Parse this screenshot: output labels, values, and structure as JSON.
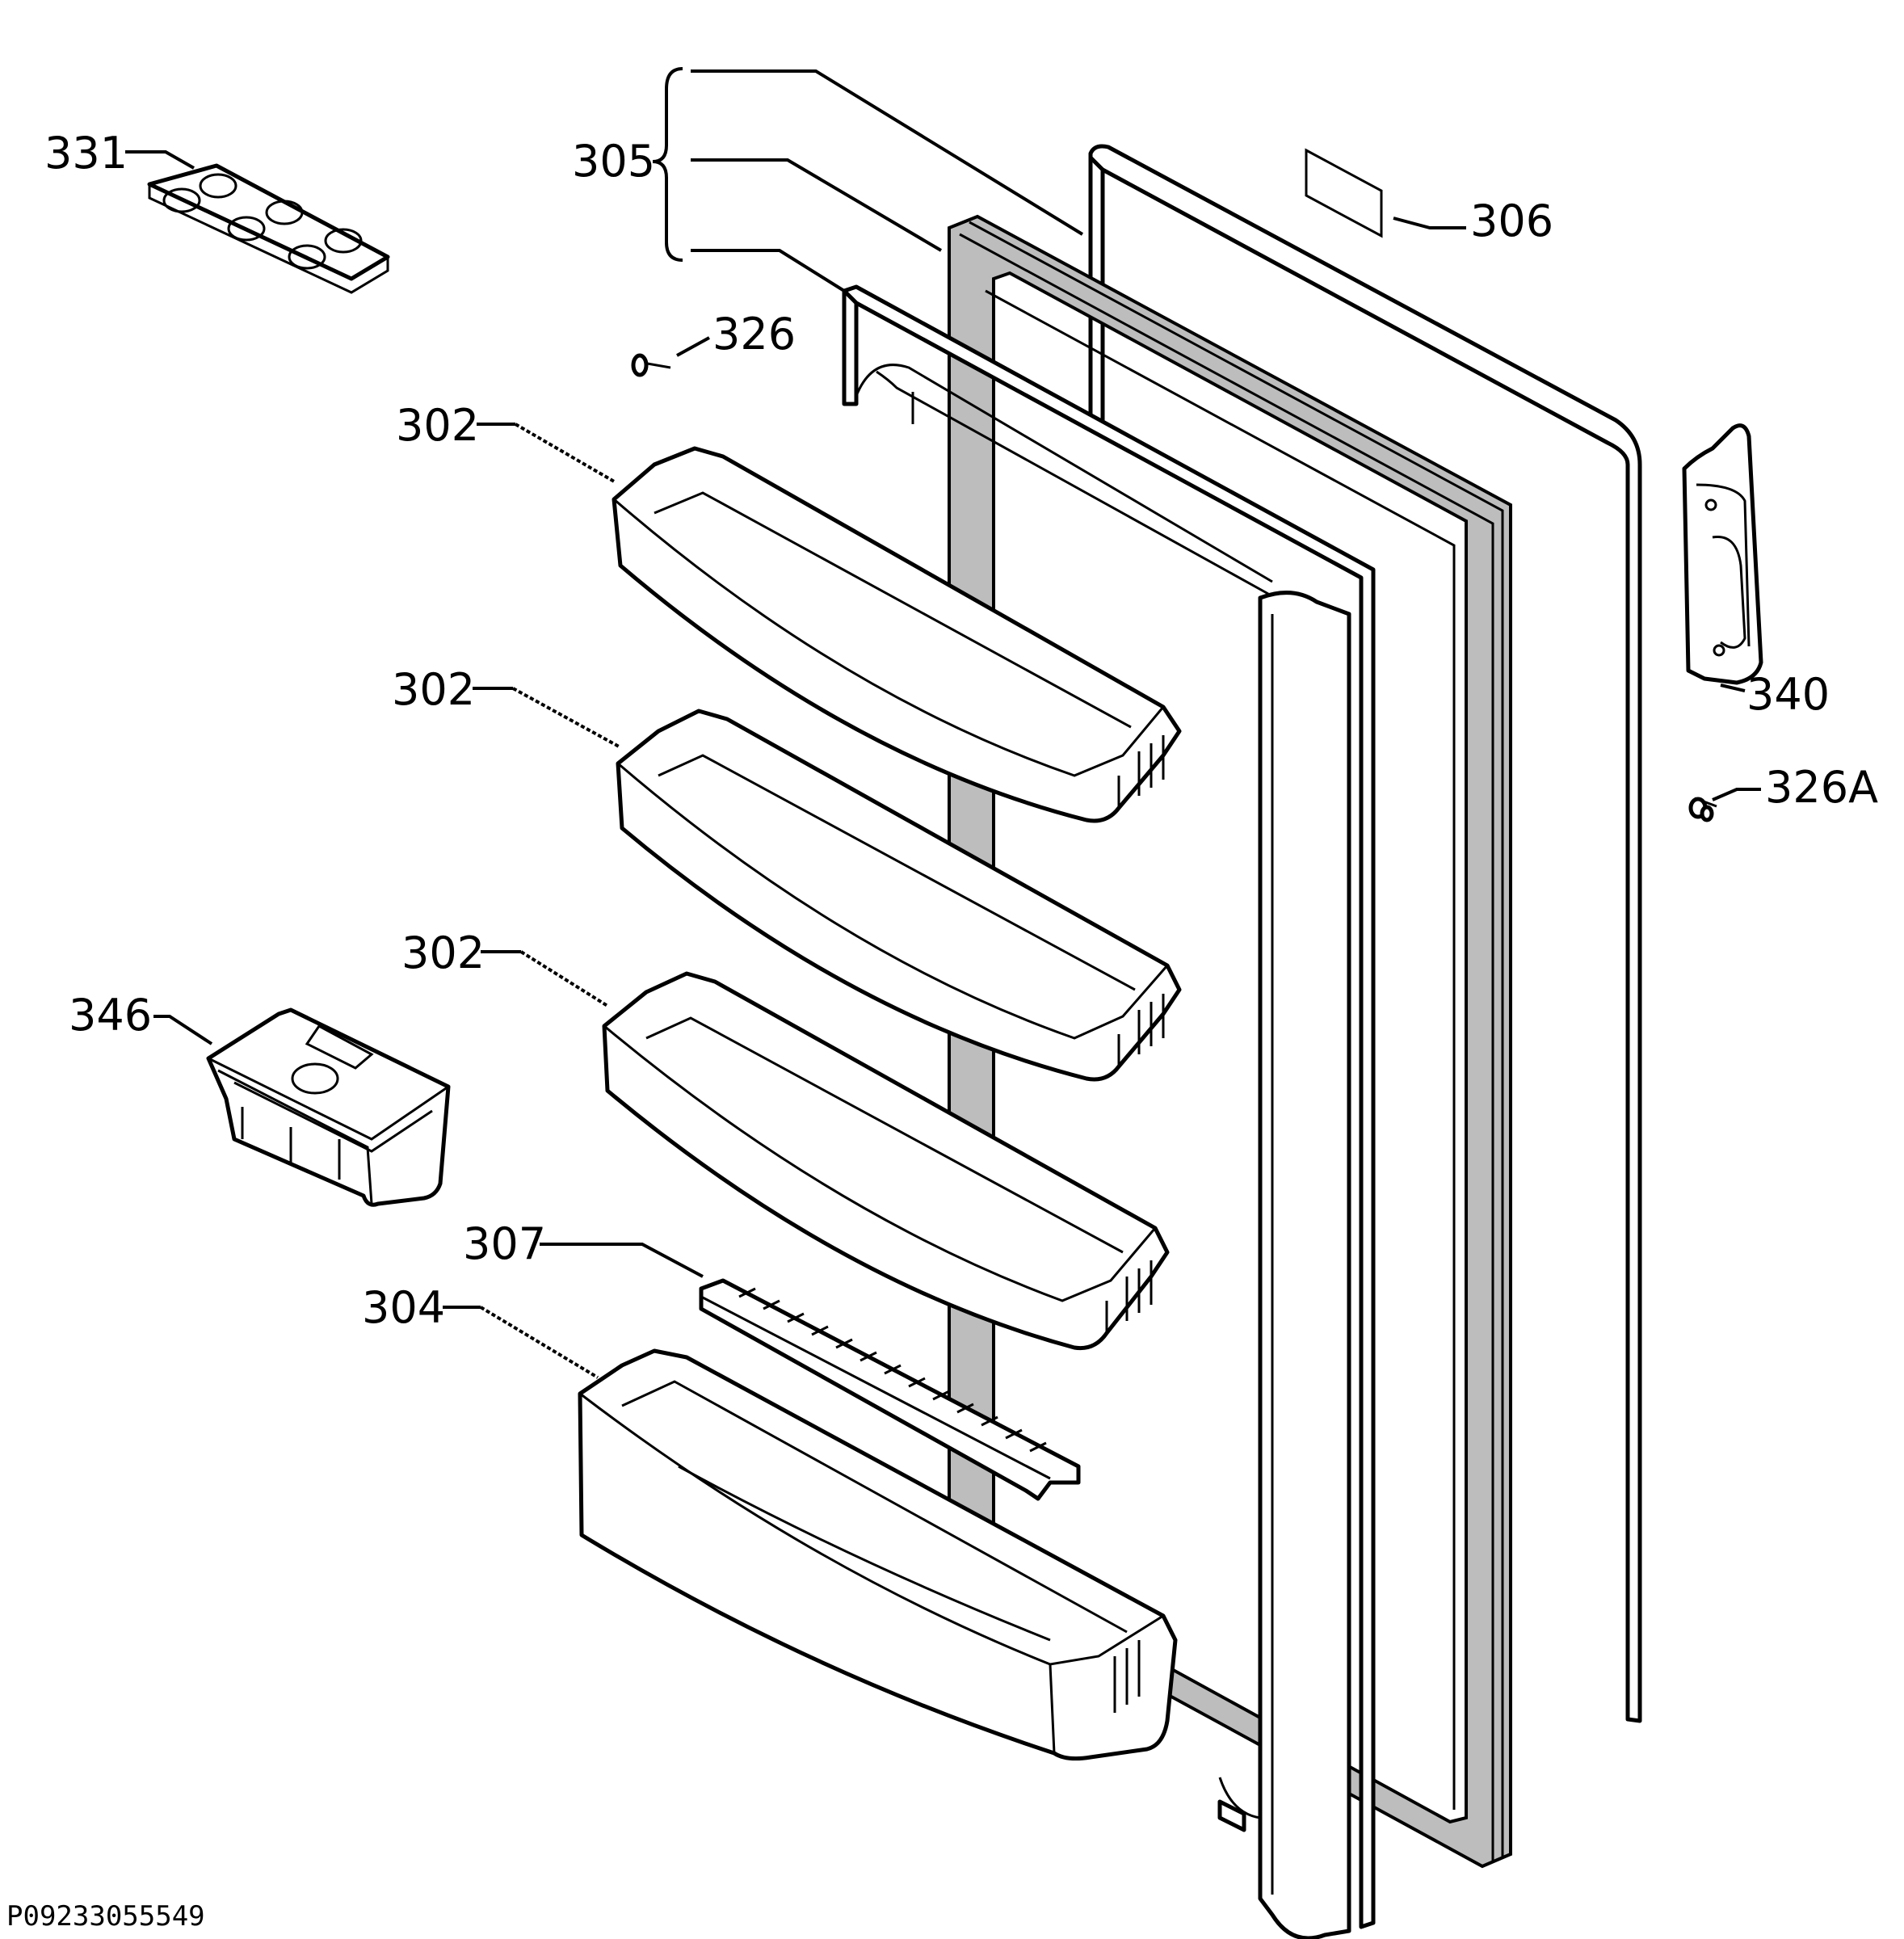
{
  "callouts": {
    "c331": "331",
    "c305": "305",
    "c306": "306",
    "c326": "326",
    "c302a": "302",
    "c302b": "302",
    "c302c": "302",
    "c340": "340",
    "c326A": "326A",
    "c346": "346",
    "c307": "307",
    "c304": "304"
  },
  "footer": {
    "code": "P09233055549"
  },
  "colors": {
    "line": "#000000",
    "background": "#ffffff",
    "gasket": "#bdbdbd"
  }
}
